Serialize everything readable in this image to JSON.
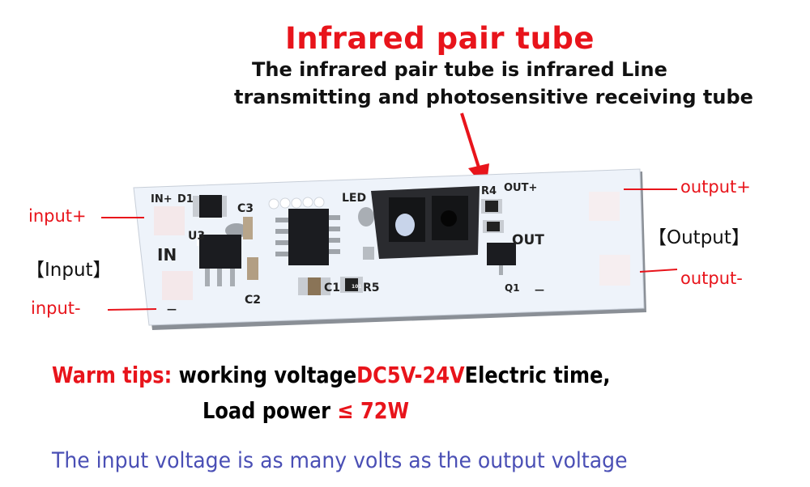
{
  "title": "Infrared pair tube",
  "description": {
    "line1": "The infrared pair tube is infrared Line",
    "line2": "transmitting and photosensitive receiving tube"
  },
  "labels": {
    "input_plus": "input+",
    "input_group": "【Input】",
    "input_minus": "input-",
    "output_plus": "output+",
    "output_group": "【Output】",
    "output_minus": "output-"
  },
  "pcb_silkscreen": {
    "in_plus": "IN+",
    "in": "IN",
    "in_minus": "—",
    "d1": "D1",
    "c3": "C3",
    "u3": "U3",
    "c2": "C2",
    "c1": "C1",
    "r5": "R5",
    "led": "LED",
    "r4": "R4",
    "out_plus": "OUT+",
    "out": "OUT",
    "q1": "Q1",
    "out_minus": "—",
    "resistor_code": "101"
  },
  "tips": {
    "prefix": "Warm tips: ",
    "text1": "working voltage",
    "voltage": "DC5V-24V",
    "text2": "Electric time,",
    "load_label": "Load power ",
    "load_value": "≤ 72W"
  },
  "note": "The input voltage is as many volts as the output voltage",
  "colors": {
    "accent_red": "#e8141b",
    "note_blue": "#4a4fb5",
    "board": "#eef3fa"
  }
}
